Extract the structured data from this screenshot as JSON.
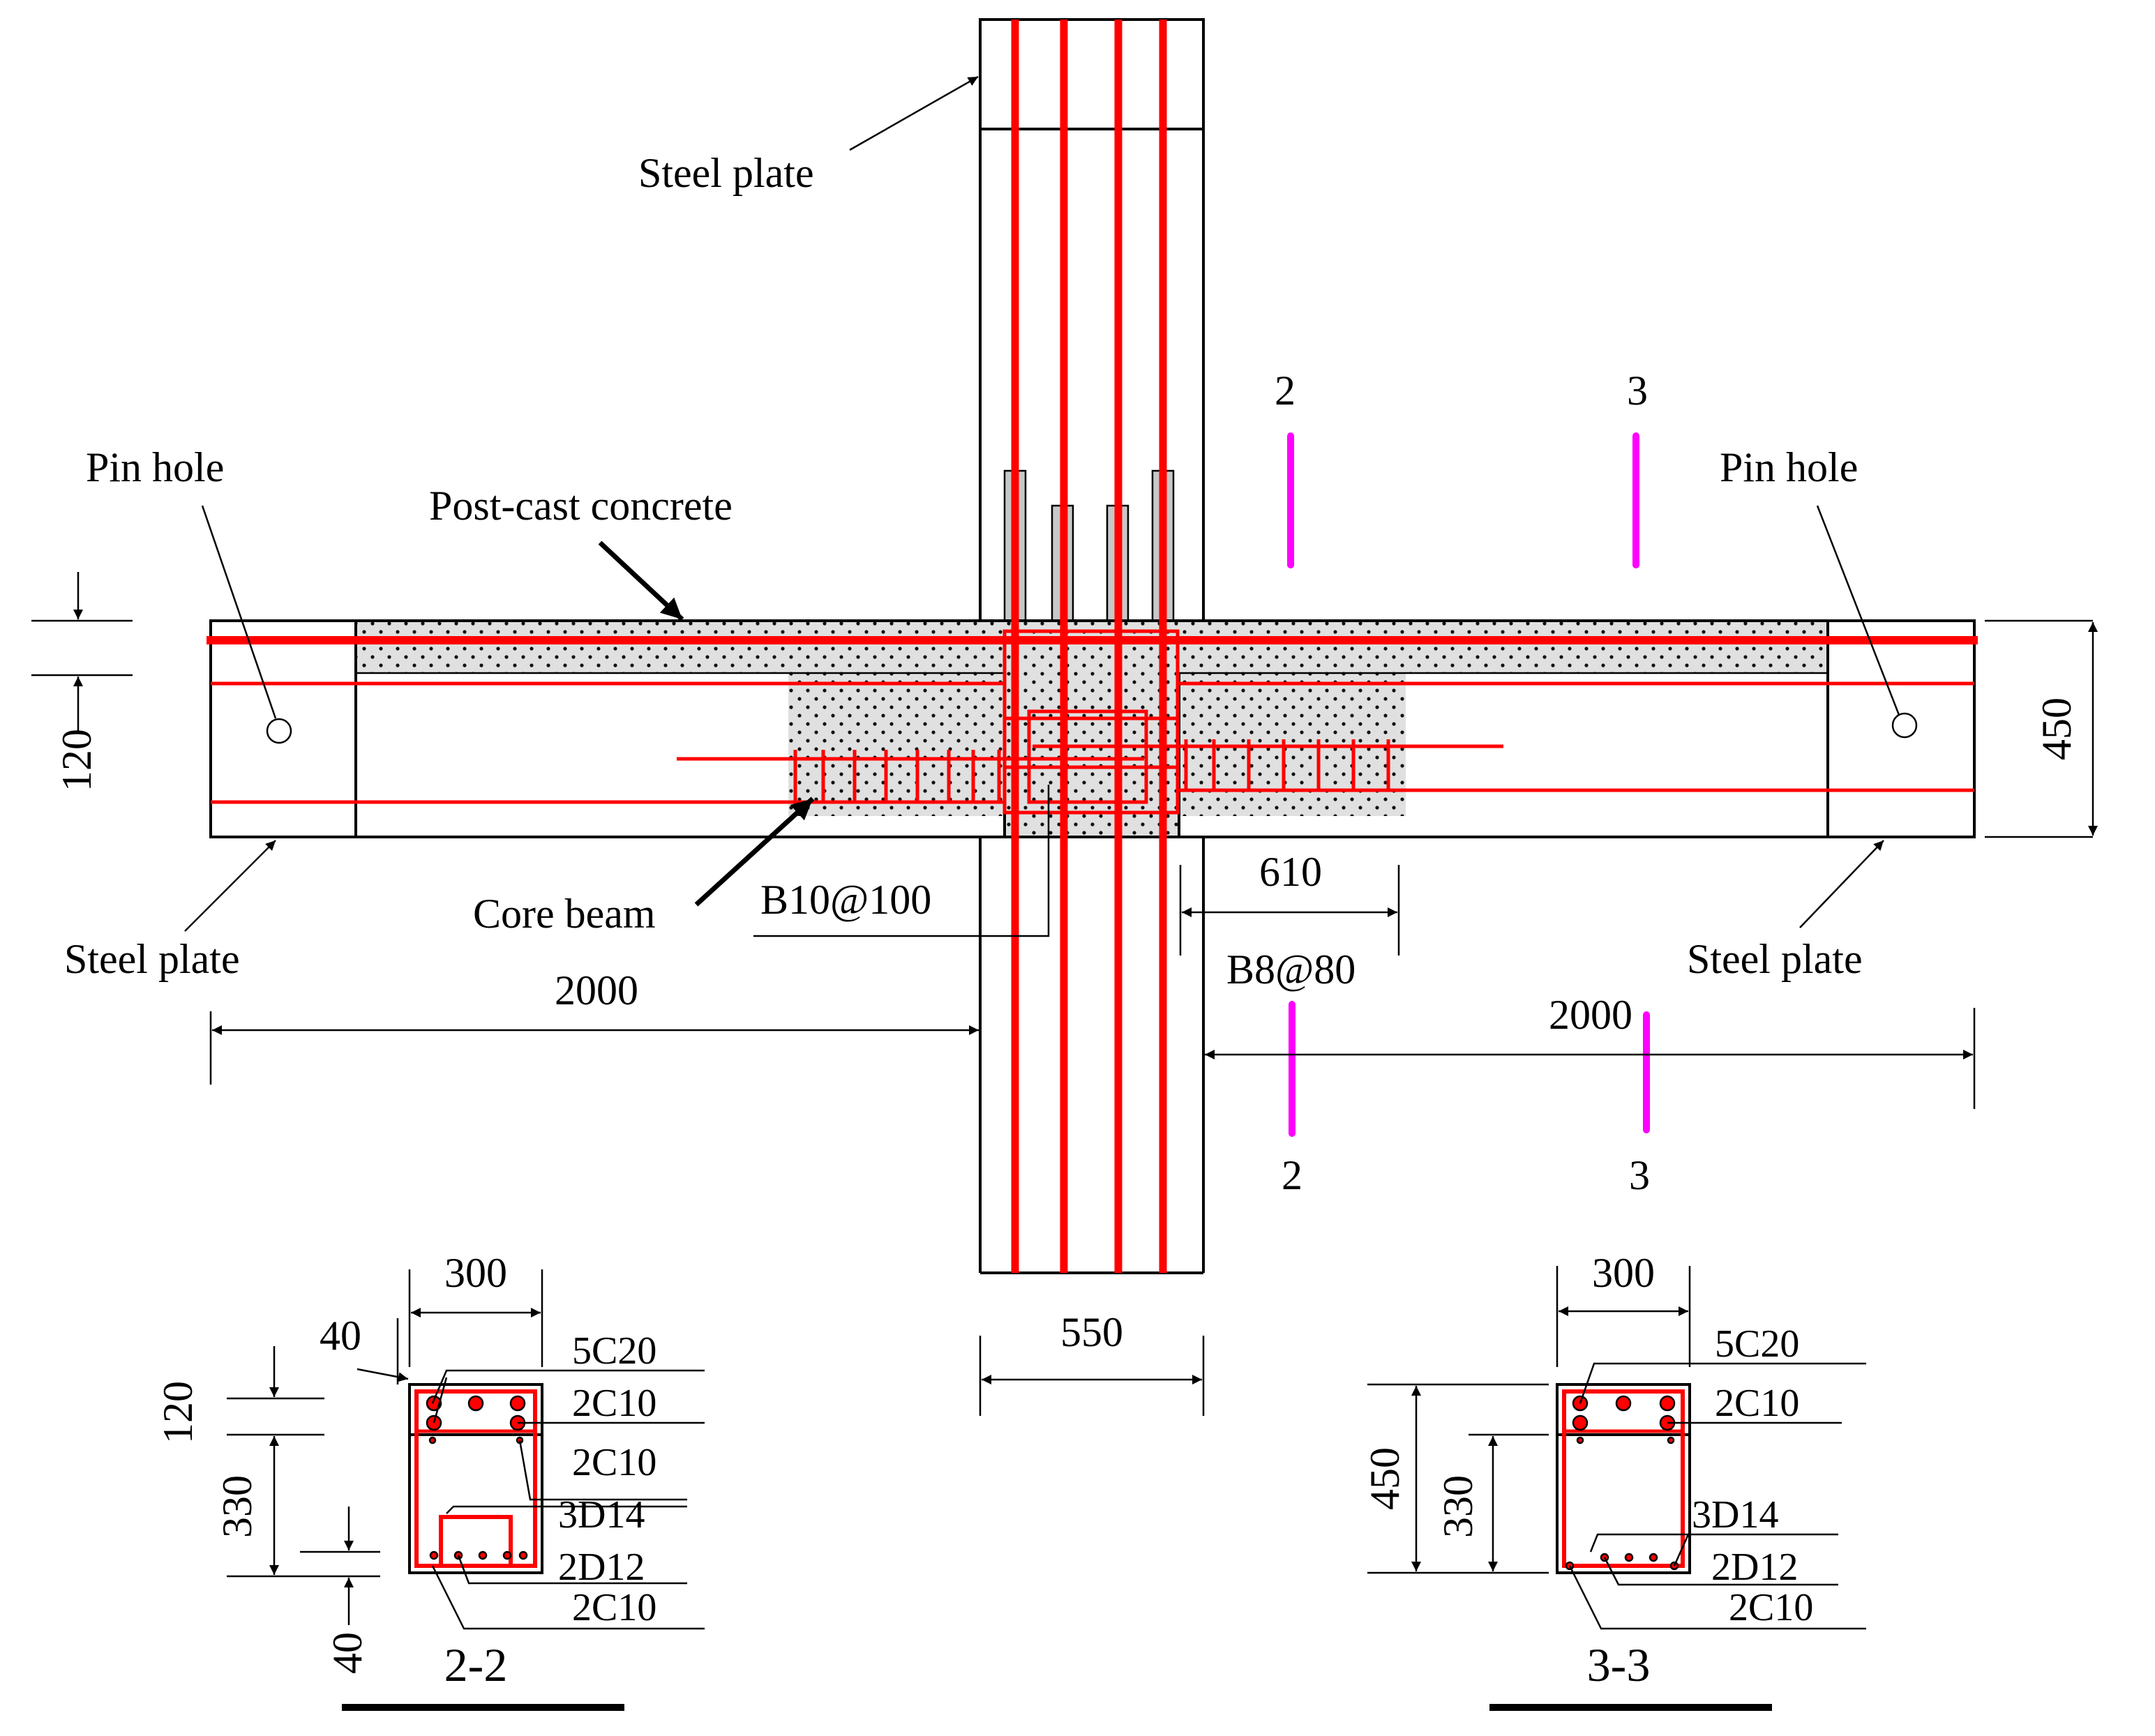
{
  "colors": {
    "rebar": "#ff0000",
    "section_mark": "#ff00ff",
    "concrete_fill": "#e0e0e0",
    "outline": "#000000"
  },
  "labels": {
    "steel_plate_top": "Steel plate",
    "steel_plate_left": "Steel plate",
    "steel_plate_right": "Steel plate",
    "pin_hole_left": "Pin hole",
    "pin_hole_right": "Pin hole",
    "post_cast_concrete": "Post-cast concrete",
    "core_beam": "Core beam",
    "stirrup_joint": "B10@100",
    "stirrup_beam": "B8@80",
    "section_2_top": "2",
    "section_2_bottom": "2",
    "section_3_top": "3",
    "section_3_bottom": "3"
  },
  "dimensions": {
    "slab_depth": "120",
    "beam_depth": "450",
    "core_length": "610",
    "beam_left_span": "2000",
    "beam_right_span": "2000",
    "column_width": "550"
  },
  "sections": [
    {
      "title": "2-2",
      "width": "300",
      "cover_top": "40",
      "cover_bottom": "40",
      "slab_depth": "120",
      "lower_depth": "330",
      "bars": [
        "5C20",
        "2C10",
        "2C10",
        "3D14",
        "2D12",
        "2C10"
      ]
    },
    {
      "title": "3-3",
      "width": "300",
      "total_depth": "450",
      "lower_depth": "330",
      "bars": [
        "5C20",
        "2C10",
        "3D14",
        "2D12",
        "2C10"
      ]
    }
  ]
}
